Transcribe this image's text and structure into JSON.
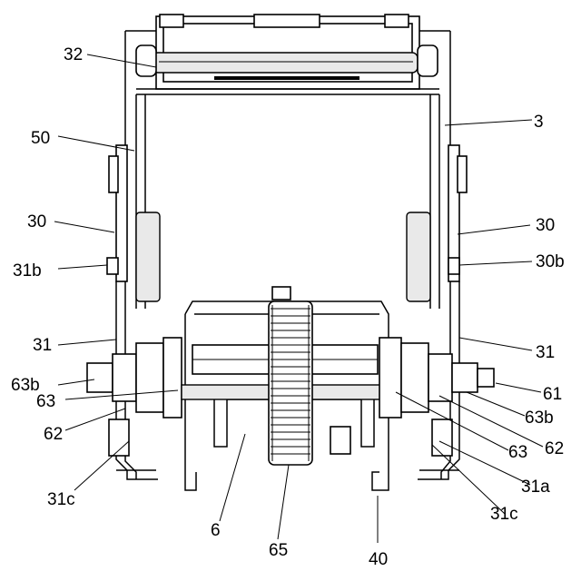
{
  "labels": {
    "l32": "32",
    "l50": "50",
    "l3": "3",
    "l30_left": "30",
    "l30_right": "30",
    "l31b": "31b",
    "l30b": "30b",
    "l31_left": "31",
    "l31_right": "31",
    "l63b_left": "63b",
    "l63_left": "63",
    "l62_left": "62",
    "l31c_left": "31c",
    "l61": "61",
    "l63b_right": "63b",
    "l63_right": "63",
    "l62_right": "62",
    "l31a": "31a",
    "l31c_right": "31c",
    "l6": "6",
    "l65": "65",
    "l40": "40"
  }
}
